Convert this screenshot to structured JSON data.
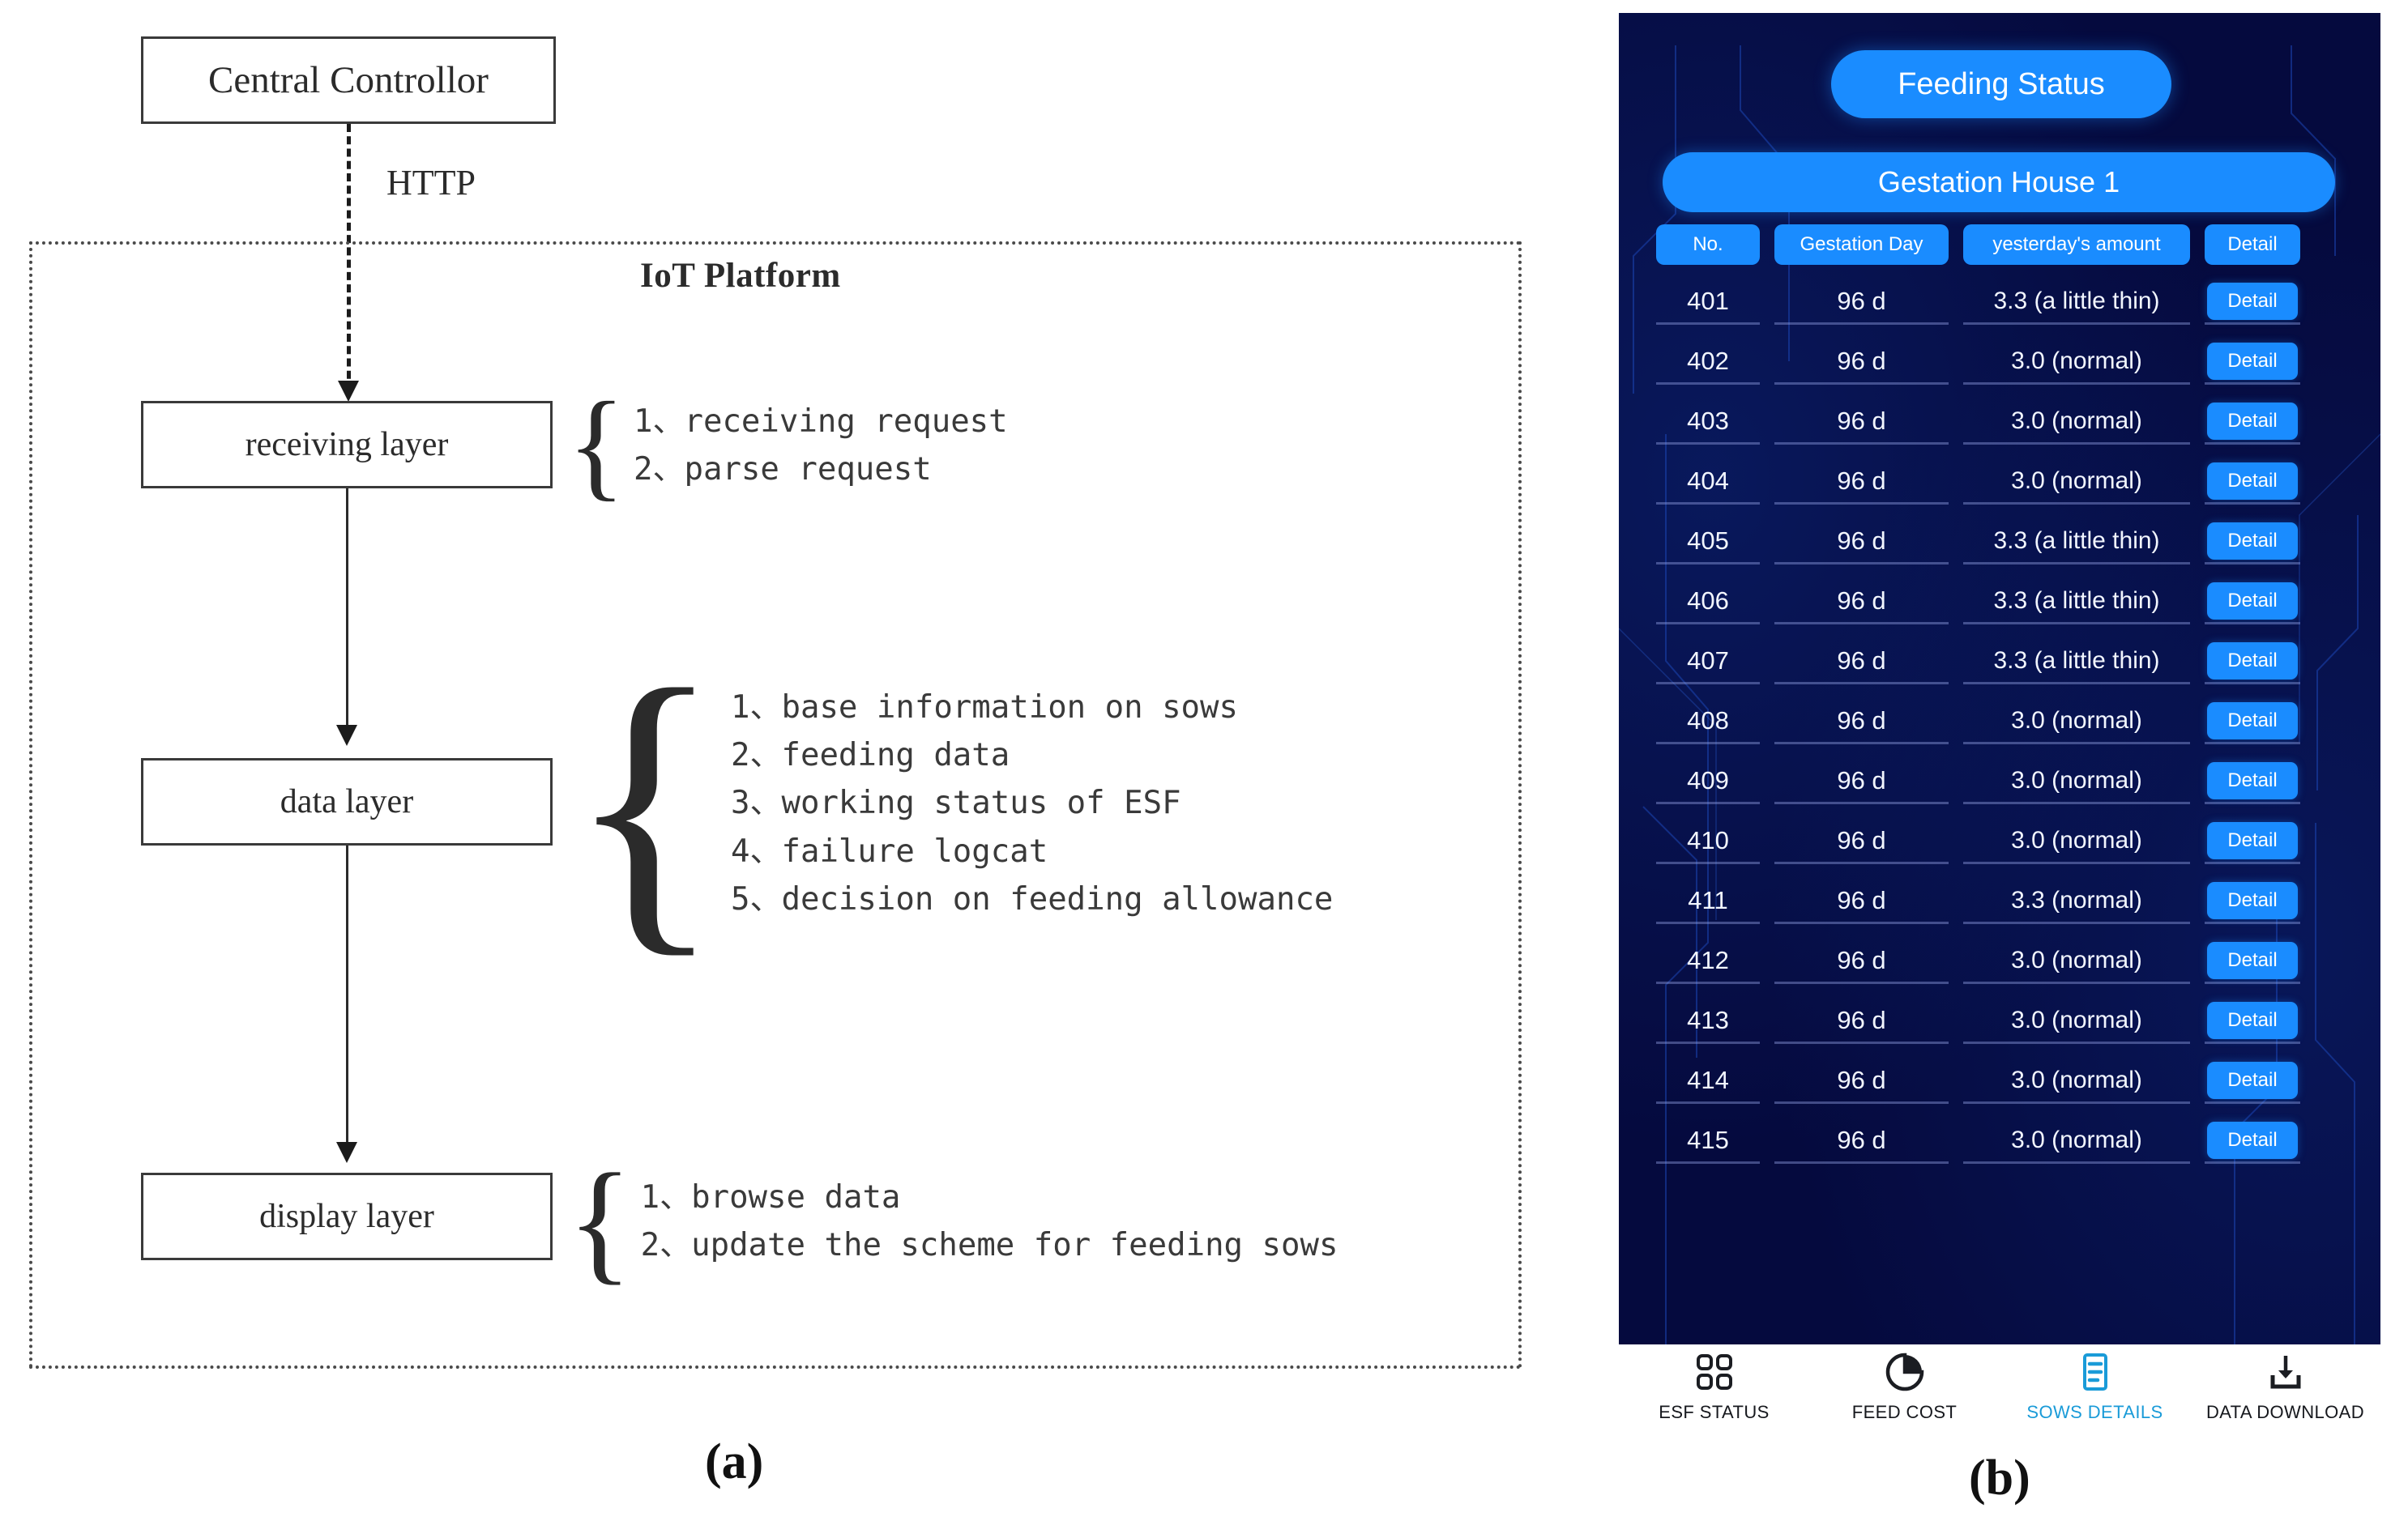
{
  "figure": {
    "caption_a": "(a)",
    "caption_b": "(b)"
  },
  "diagram": {
    "central_controller": "Central Controllor",
    "protocol_label": "HTTP",
    "platform_title": "IoT Platform",
    "layers": [
      {
        "name": "receiving layer",
        "items": [
          "1、receiving request",
          "2、parse request"
        ]
      },
      {
        "name": "data layer",
        "items": [
          "1、base information on sows",
          "2、feeding data",
          "3、working status of ESF",
          "4、failure logcat",
          "5、decision on feeding allowance"
        ]
      },
      {
        "name": "display layer",
        "items": [
          "1、browse data",
          "2、update the scheme for feeding sows"
        ]
      }
    ]
  },
  "app": {
    "title_pill": "Feeding Status",
    "house_bar": "Gestation House 1",
    "accent_color": "#1a8cff",
    "background_color": "#050a3e",
    "active_nav_color": "#1a9bd8",
    "table": {
      "headers": [
        "No.",
        "Gestation Day",
        "yesterday's amount",
        "Detail"
      ],
      "rows": [
        {
          "no": "401",
          "day": "96 d",
          "amount": "3.3 (a little thin)",
          "detail": "Detail"
        },
        {
          "no": "402",
          "day": "96 d",
          "amount": "3.0 (normal)",
          "detail": "Detail"
        },
        {
          "no": "403",
          "day": "96 d",
          "amount": "3.0 (normal)",
          "detail": "Detail"
        },
        {
          "no": "404",
          "day": "96 d",
          "amount": "3.0 (normal)",
          "detail": "Detail"
        },
        {
          "no": "405",
          "day": "96 d",
          "amount": "3.3 (a little thin)",
          "detail": "Detail"
        },
        {
          "no": "406",
          "day": "96 d",
          "amount": "3.3 (a little thin)",
          "detail": "Detail"
        },
        {
          "no": "407",
          "day": "96 d",
          "amount": "3.3 (a little thin)",
          "detail": "Detail"
        },
        {
          "no": "408",
          "day": "96 d",
          "amount": "3.0 (normal)",
          "detail": "Detail"
        },
        {
          "no": "409",
          "day": "96 d",
          "amount": "3.0 (normal)",
          "detail": "Detail"
        },
        {
          "no": "410",
          "day": "96 d",
          "amount": "3.0 (normal)",
          "detail": "Detail"
        },
        {
          "no": "411",
          "day": "96 d",
          "amount": "3.3 (normal)",
          "detail": "Detail"
        },
        {
          "no": "412",
          "day": "96 d",
          "amount": "3.0 (normal)",
          "detail": "Detail"
        },
        {
          "no": "413",
          "day": "96 d",
          "amount": "3.0 (normal)",
          "detail": "Detail"
        },
        {
          "no": "414",
          "day": "96 d",
          "amount": "3.0 (normal)",
          "detail": "Detail"
        },
        {
          "no": "415",
          "day": "96 d",
          "amount": "3.0 (normal)",
          "detail": "Detail"
        }
      ]
    },
    "nav": [
      {
        "label": "ESF STATUS",
        "icon": "grid-four-icon",
        "active": false
      },
      {
        "label": "FEED COST",
        "icon": "pie-chart-icon",
        "active": false
      },
      {
        "label": "SOWS DETAILS",
        "icon": "list-document-icon",
        "active": true
      },
      {
        "label": "DATA DOWNLOAD",
        "icon": "download-icon",
        "active": false
      }
    ]
  }
}
